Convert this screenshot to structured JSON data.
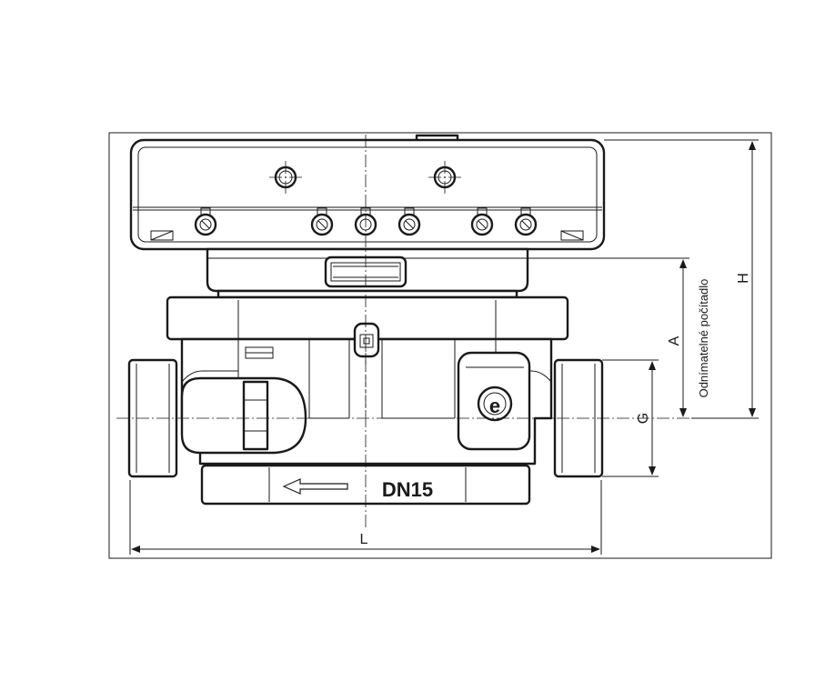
{
  "drawing": {
    "nominal_size": "DN15",
    "detachable_label": "Odnímatelné počítadlo",
    "dimensions": {
      "length": "L",
      "height": "H",
      "axis_to_detachable": "A",
      "thread": "G"
    }
  }
}
